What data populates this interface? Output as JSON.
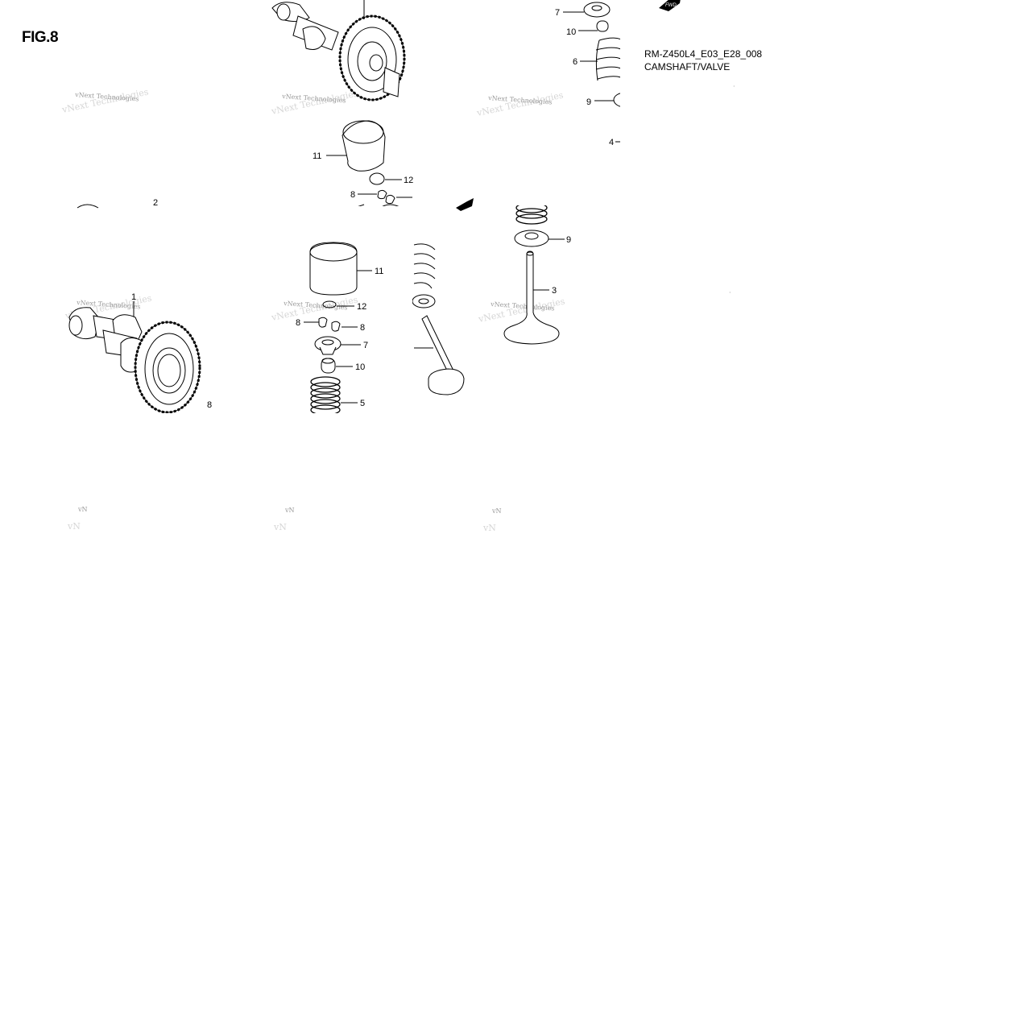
{
  "header": {
    "figure_label": "FIG.8",
    "model_code": "RM-Z450L4_E03_E28_008",
    "section_title": "CAMSHAFT/VALVE"
  },
  "fwd_arrow_text": "FWD",
  "watermark": {
    "text": "vNext Technologies",
    "short": "vN"
  },
  "callouts": {
    "top_7": "7",
    "top_10": "10",
    "top_6": "6",
    "top_9": "9",
    "top_4": "4",
    "top_11": "11",
    "top_12": "12",
    "top_8": "8",
    "top_2": "2",
    "mid_1": "1",
    "mid_8b": "8",
    "mid_11": "11",
    "mid_12": "12",
    "mid_8l": "8",
    "mid_8r": "8",
    "mid_7": "7",
    "mid_10": "10",
    "mid_5": "5",
    "mid_9": "9",
    "mid_3": "3"
  },
  "colors": {
    "ink": "#000000",
    "paper": "#ffffff",
    "watermark": "#9a9a9a"
  }
}
